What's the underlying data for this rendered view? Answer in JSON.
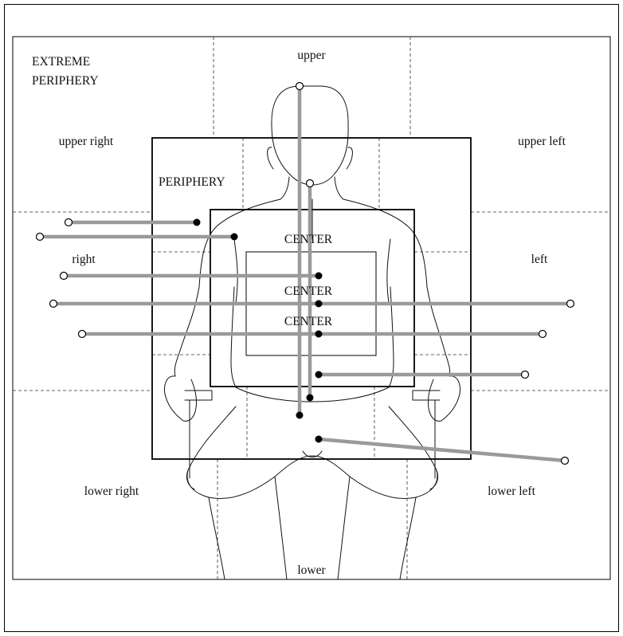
{
  "labels": {
    "extreme_periphery_line1": "EXTREME",
    "extreme_periphery_line2": "PERIPHERY",
    "upper": "upper",
    "upper_right": "upper right",
    "upper_left": "upper left",
    "periphery": "PERIPHERY",
    "center_outer": "CENTER",
    "center_middle": "CENTER",
    "center_inner": "CENTER",
    "right": "right",
    "left": "left",
    "lower_right": "lower right",
    "lower_left": "lower left",
    "lower": "lower"
  },
  "colors": {
    "pointer_line": "#9a9a9a",
    "frame": "#000000",
    "dashed_divider": "#333333"
  }
}
